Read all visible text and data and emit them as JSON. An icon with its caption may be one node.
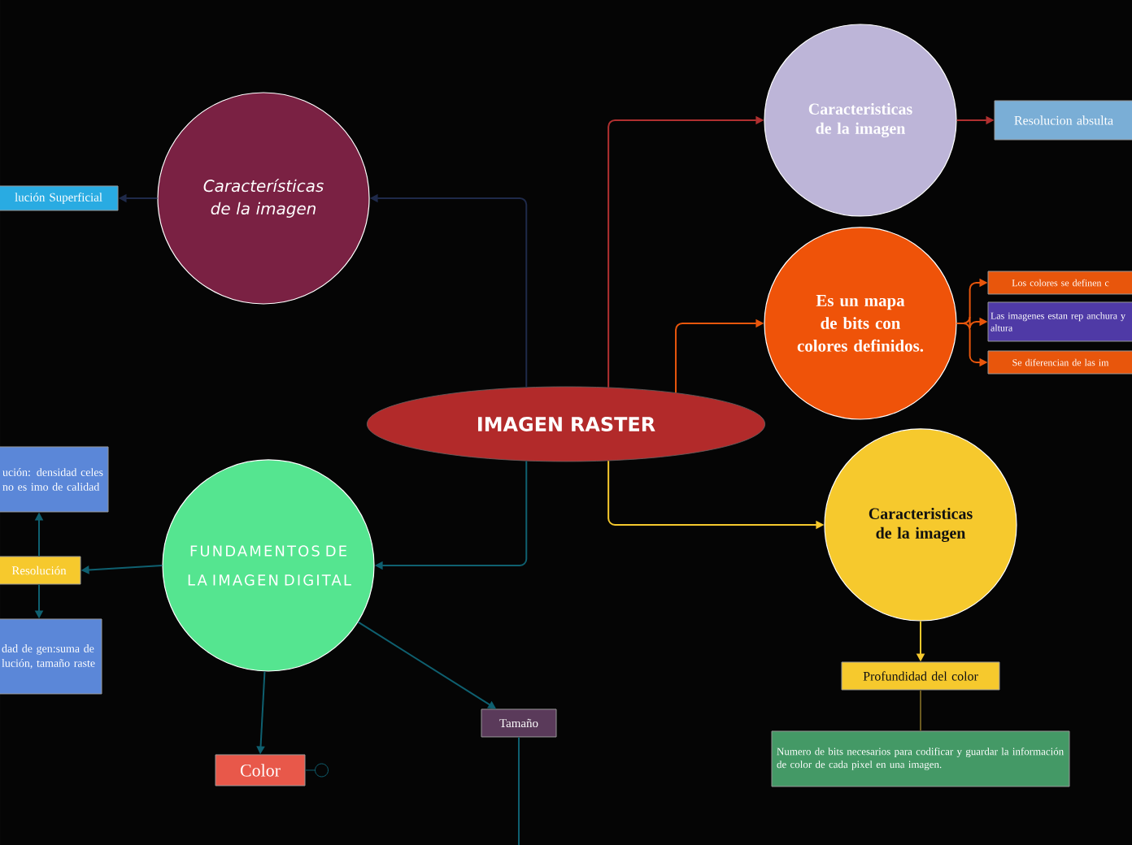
{
  "diagram": {
    "nodes": [
      {
        "text": [
          "IMAGEN RASTER"
        ]
      },
      {
        "text": [
          "Características de la imagen"
        ]
      },
      {
        "text": [
          "lución Superficial"
        ]
      },
      {
        "text": [
          "Caracteristicas de la imagen"
        ]
      },
      {
        "text": [
          "Resolucion absulta"
        ]
      },
      {
        "text": [
          "Es un mapa de bits con colores definidos."
        ]
      },
      {
        "text": [
          "Los colores se definen c"
        ]
      },
      {
        "text": [
          "Las imagenes estan rep anchura y altura"
        ]
      },
      {
        "text": [
          "Se diferencian de las im"
        ]
      },
      {
        "text": [
          "Caracteristicas de la imagen"
        ]
      },
      {
        "text": [
          "Profundidad del color"
        ]
      },
      {
        "text": [
          "Numero de bits necesarios para codificar y guardar la información de color de cada pixel en una imagen."
        ]
      },
      {
        "text": [
          "FUNDAMENTOS DE LA IMAGEN DIGITAL"
        ]
      },
      {
        "text": [
          "Resolución"
        ]
      },
      {
        "text": [
          "ución: densidad celes no es imo de calidad"
        ]
      },
      {
        "text": [
          "dad de gen:suma de lución, tamaño raste"
        ]
      },
      {
        "text": [
          "Color"
        ]
      },
      {
        "text": [
          "Tamaño"
        ]
      }
    ],
    "edges": [
      {
        "from": 0,
        "to": 1,
        "arrow": "to",
        "color": "#1f2a4a"
      },
      {
        "from": 1,
        "to": 2,
        "arrow": "to",
        "color": "#1f2a4a"
      },
      {
        "from": 0,
        "to": 3,
        "arrow": "to",
        "color": "#b03030"
      },
      {
        "from": 3,
        "to": 4,
        "arrow": "to",
        "color": "#b03030"
      },
      {
        "from": 0,
        "to": 5,
        "arrow": "to",
        "color": "#e8560c"
      },
      {
        "from": 5,
        "to": 6,
        "arrow": "to",
        "color": "#e8560c"
      },
      {
        "from": 5,
        "to": 7,
        "arrow": "to",
        "color": "#e8560c"
      },
      {
        "from": 5,
        "to": 8,
        "arrow": "to",
        "color": "#e8560c"
      },
      {
        "from": 0,
        "to": 9,
        "arrow": "to",
        "color": "#f6c92d"
      },
      {
        "from": 9,
        "to": 10,
        "arrow": "to",
        "color": "#f6c92d"
      },
      {
        "from": 10,
        "to": 11,
        "arrow": "none",
        "color": "#6b5a20"
      },
      {
        "from": 0,
        "to": 12,
        "arrow": "to"
      },
      {
        "from": 12,
        "to": 13,
        "arrow": "to"
      },
      {
        "from": 13,
        "to": 14,
        "arrow": "to"
      },
      {
        "from": 13,
        "to": 15,
        "arrow": "to"
      },
      {
        "from": 12,
        "to": 16,
        "arrow": "to"
      },
      {
        "from": 12,
        "to": 17,
        "arrow": "to"
      },
      {
        "from": 17,
        "to": null,
        "arrow": "none"
      }
    ]
  }
}
